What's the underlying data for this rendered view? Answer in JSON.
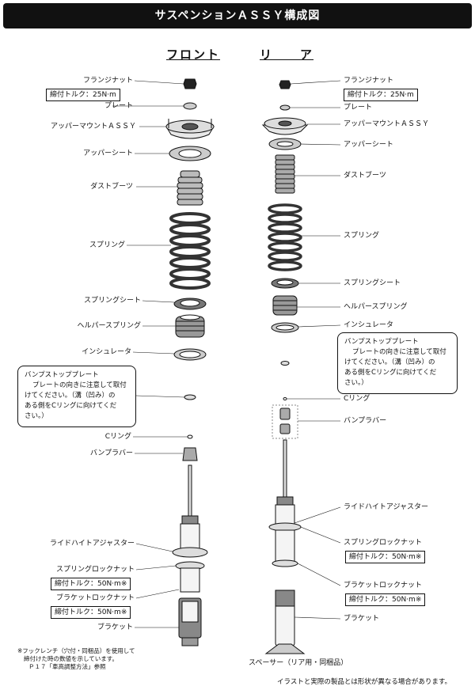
{
  "header": "サスペンションＡＳＳＹ構成図",
  "columns": {
    "front": "フロント",
    "rear": "リ　　ア"
  },
  "front_labels": {
    "flange_nut": "フランジナット",
    "torque_25": "締付トルク：25N·m",
    "plate": "プレート",
    "upper_mount": "アッパーマウントＡＳＳＹ",
    "upper_seat": "アッパーシート",
    "dust_boot": "ダストブーツ",
    "spring": "スプリング",
    "spring_seat": "スプリングシート",
    "helper_spring": "ヘルパースプリング",
    "insulator": "インシュレータ",
    "c_ring": "Cリング",
    "bump_rubber": "バンプラバー",
    "ride_height": "ライドハイトアジャスター",
    "spring_lock_nut": "スプリングロックナット",
    "torque_50a": "締付トルク：50N·m※",
    "bracket_lock_nut": "ブラケットロックナット",
    "torque_50b": "締付トルク：50N·m※",
    "bracket": "ブラケット"
  },
  "rear_labels": {
    "flange_nut": "フランジナット",
    "torque_25": "締付トルク：25N·m",
    "plate": "プレート",
    "upper_mount": "アッパーマウントＡＳＳＹ",
    "upper_seat": "アッパーシート",
    "dust_boot": "ダストブーツ",
    "spring": "スプリング",
    "spring_seat": "スプリングシート",
    "helper_spring": "ヘルパースプリング",
    "insulator": "インシュレータ",
    "c_ring": "Cリング",
    "bump_rubber": "バンプラバー",
    "ride_height": "ライドハイトアジャスター",
    "spring_lock_nut": "スプリングロックナット",
    "torque_50a": "締付トルク：50N·m※",
    "bracket_lock_nut": "ブラケットロックナット",
    "torque_50b": "締付トルク：50N·m※",
    "bracket": "ブラケット",
    "spacer": "スペーサー（リア用・同梱品）"
  },
  "bump_stop_note": {
    "title": "バンプストッププレート",
    "line1": "プレートの向きに注意して取付",
    "line2": "けてください。（溝（凹み）の",
    "line3": "ある側をCリングに向けてくだ",
    "line4": "さい。）"
  },
  "footnote": {
    "line1": "※フックレンチ（穴付・同梱品）を使用して",
    "line2": "締付けた時の数値を示しています。",
    "line3": "Ｐ１７「車高調整方法」参照"
  },
  "disclaimer": "イラストと実際の製品とは形状が異なる場合があります。"
}
